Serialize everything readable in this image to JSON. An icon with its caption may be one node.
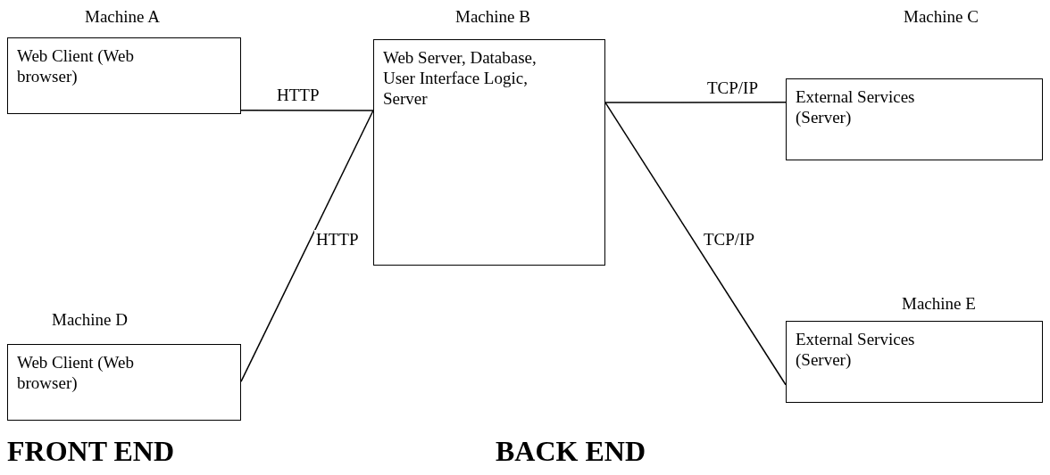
{
  "diagram": {
    "nodes": [
      {
        "text": [
          "Web Client (Web browser)"
        ],
        "beside": [
          "Machine A"
        ]
      },
      {
        "text": [
          "Web Server, Database, User Interface Logic, Server"
        ],
        "beside": [
          "Machine B"
        ]
      },
      {
        "text": [
          "External Services (Server)"
        ],
        "beside": [
          "Machine C"
        ]
      },
      {
        "text": [
          "Web Client (Web browser)"
        ],
        "beside": [
          "Machine D"
        ]
      },
      {
        "text": [
          "External Services (Server)"
        ],
        "beside": [
          "Machine E"
        ]
      }
    ],
    "edges": [
      {
        "from": 0,
        "to": 1,
        "arrow": "none",
        "label": "HTTP"
      },
      {
        "from": 3,
        "to": 1,
        "arrow": "none",
        "label": "HTTP"
      },
      {
        "from": 1,
        "to": 2,
        "arrow": "none",
        "label": "TCP/IP"
      },
      {
        "from": 1,
        "to": 4,
        "arrow": "none",
        "label": "TCP/IP"
      }
    ],
    "labels": [
      "FRONT END",
      "BACK END"
    ]
  }
}
